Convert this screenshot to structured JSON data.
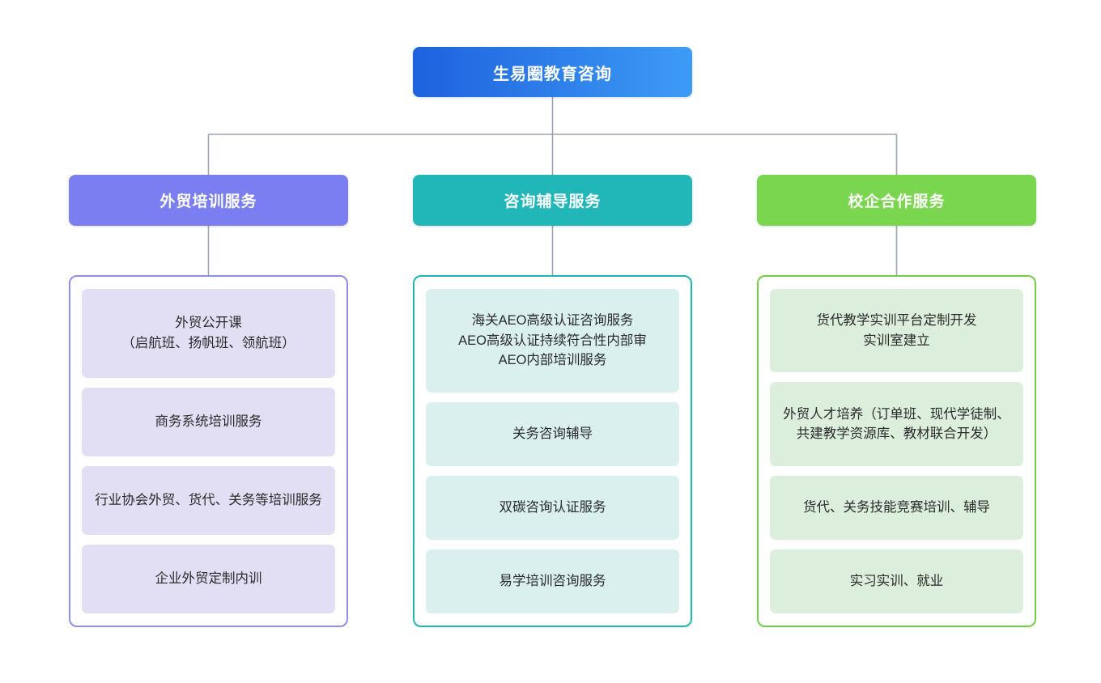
{
  "diagram": {
    "type": "organization-tree",
    "orientation": "top-down",
    "levels": 3,
    "connector_color": "#9aa4b0"
  },
  "root": {
    "label": "生易圈教育咨询",
    "gradient_from": "#1e62de",
    "gradient_to": "#3d9bf5"
  },
  "columns": [
    {
      "id": "foreign-trade-training",
      "header": "外贸培训服务",
      "theme": "theme-purple",
      "header_color": "#7b7ef0",
      "panel_border_color": "#8d8ef2",
      "item_fill": "#e2dff5",
      "items": [
        "外贸公开课\n（启航班、扬帆班、领航班）",
        "商务系统培训服务",
        "行业协会外贸、货代、关务等培训服务",
        "企业外贸定制内训"
      ]
    },
    {
      "id": "consulting-tutoring",
      "header": "咨询辅导服务",
      "theme": "theme-teal",
      "header_color": "#21b6b8",
      "panel_border_color": "#1fb5b5",
      "item_fill": "#d9f0ef",
      "items": [
        "海关AEO高级认证咨询服务\nAEO高级认证持续符合性内部审\nAEO内部培训服务",
        "关务咨询辅导",
        "双碳咨询认证服务",
        "易学培训咨询服务"
      ]
    },
    {
      "id": "school-enterprise-cooperation",
      "header": "校企合作服务",
      "theme": "theme-green",
      "header_color": "#7bd64f",
      "panel_border_color": "#72cf45",
      "item_fill": "#dcefdc",
      "items": [
        "货代教学实训平台定制开发\n实训室建立",
        "外贸人才培养（订单班、现代学徒制、共建教学资源库、教材联合开发）",
        "货代、关务技能竞赛培训、辅导",
        "实习实训、就业"
      ]
    }
  ]
}
